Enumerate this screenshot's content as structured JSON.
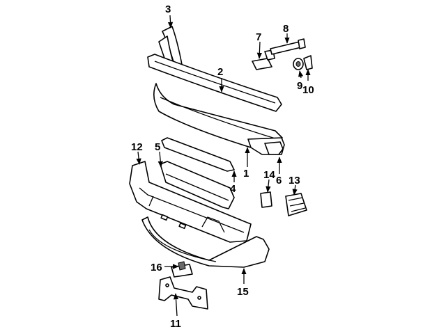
{
  "callouts": [
    {
      "id": "1",
      "label": "1"
    },
    {
      "id": "2",
      "label": "2"
    },
    {
      "id": "3",
      "label": "3"
    },
    {
      "id": "4",
      "label": "4"
    },
    {
      "id": "5",
      "label": "5"
    },
    {
      "id": "6",
      "label": "6"
    },
    {
      "id": "7",
      "label": "7"
    },
    {
      "id": "8",
      "label": "8"
    },
    {
      "id": "9",
      "label": "9"
    },
    {
      "id": "10",
      "label": "10"
    },
    {
      "id": "11",
      "label": "11"
    },
    {
      "id": "12",
      "label": "12"
    },
    {
      "id": "13",
      "label": "13"
    },
    {
      "id": "14",
      "label": "14"
    },
    {
      "id": "15",
      "label": "15"
    },
    {
      "id": "16",
      "label": "16"
    }
  ],
  "colors": {
    "ink": "#000000",
    "background": "#ffffff",
    "shade": "#6a6a6a"
  }
}
